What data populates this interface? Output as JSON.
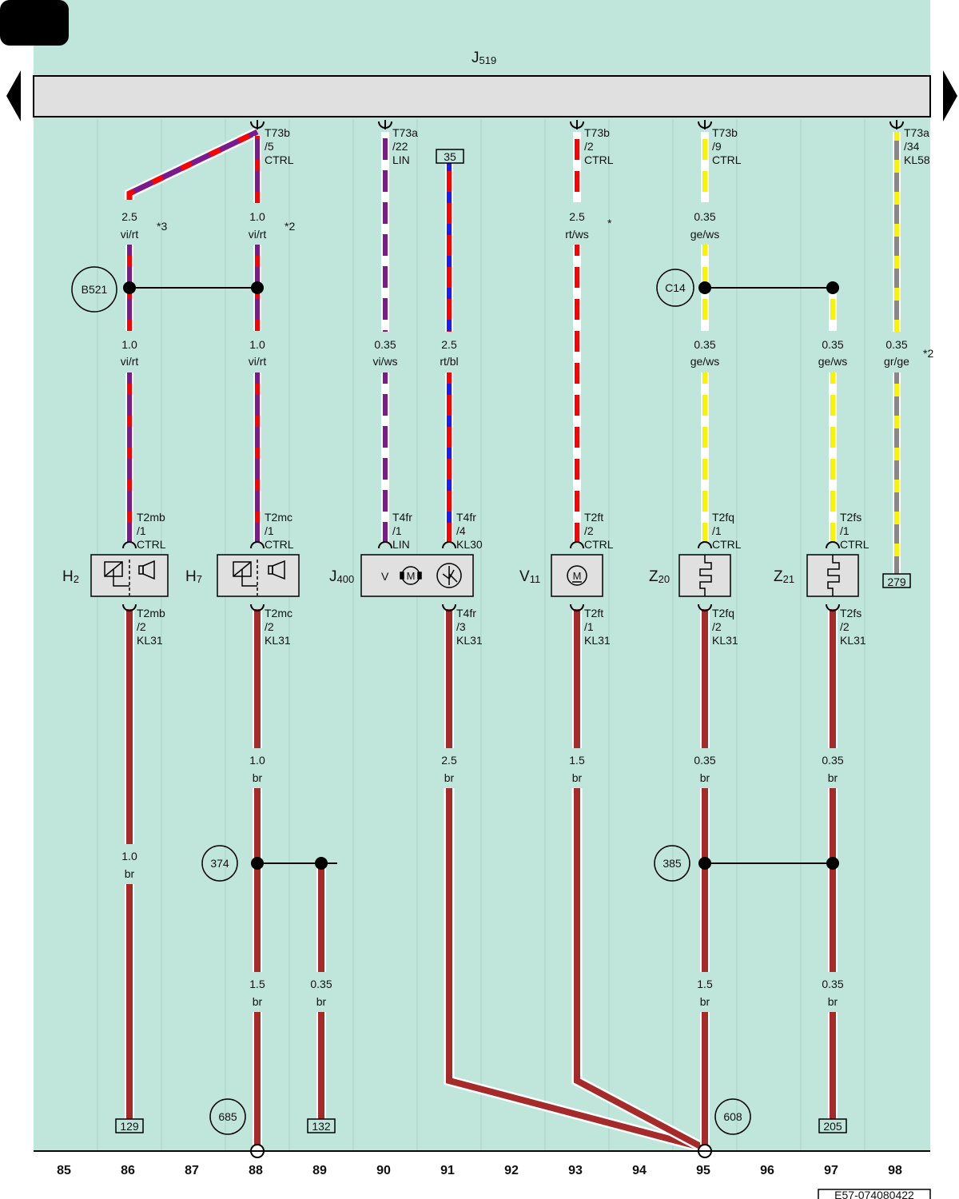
{
  "diagram": {
    "header_badge": "",
    "module": {
      "letter": "J",
      "sub": "519"
    },
    "doc_ref": "E57-074080422",
    "columns": [
      "85",
      "86",
      "87",
      "88",
      "89",
      "90",
      "91",
      "92",
      "93",
      "94",
      "95",
      "96",
      "97",
      "98"
    ],
    "connectors": {
      "c1": [
        "T73b",
        "/5",
        "CTRL"
      ],
      "c2": [
        "T73a",
        "/22",
        "LIN"
      ],
      "c3": [
        "T73b",
        "/2",
        "CTRL"
      ],
      "c4": [
        "T73b",
        "/9",
        "CTRL"
      ],
      "c5": [
        "T73a",
        "/34",
        "KL58"
      ],
      "h2_top": [
        "T2mb",
        "/1",
        "CTRL"
      ],
      "h7_top": [
        "T2mc",
        "/1",
        "CTRL"
      ],
      "j400_t1": [
        "T4fr",
        "/1",
        "LIN"
      ],
      "j400_t4": [
        "T4fr",
        "/4",
        "KL30"
      ],
      "v11_top": [
        "T2ft",
        "/2",
        "CTRL"
      ],
      "z20_top": [
        "T2fq",
        "/1",
        "CTRL"
      ],
      "z21_top": [
        "T2fs",
        "/1",
        "CTRL"
      ],
      "h2_bot": [
        "T2mb",
        "/2",
        "KL31"
      ],
      "h7_bot": [
        "T2mc",
        "/2",
        "KL31"
      ],
      "j400_t3": [
        "T4fr",
        "/3",
        "KL31"
      ],
      "v11_bot": [
        "T2ft",
        "/1",
        "KL31"
      ],
      "z20_bot": [
        "T2fq",
        "/2",
        "KL31"
      ],
      "z21_bot": [
        "T2fs",
        "/2",
        "KL31"
      ]
    },
    "wires": {
      "w86a": [
        "2.5",
        "vi/rt"
      ],
      "w88a": [
        "1.0",
        "vi/rt"
      ],
      "w86b": [
        "1.0",
        "vi/rt"
      ],
      "w88b": [
        "1.0",
        "vi/rt"
      ],
      "w90": [
        "0.35",
        "vi/ws"
      ],
      "w91": [
        "2.5",
        "rt/bl"
      ],
      "w93a": [
        "2.5",
        "rt/ws"
      ],
      "w95a": [
        "0.35",
        "ge/ws"
      ],
      "w95b": [
        "0.35",
        "ge/ws"
      ],
      "w97": [
        "0.35",
        "ge/ws"
      ],
      "w98": [
        "0.35",
        "gr/ge"
      ],
      "w86c": [
        "1.0",
        "br"
      ],
      "w88c": [
        "1.0",
        "br"
      ],
      "w91c": [
        "2.5",
        "br"
      ],
      "w93c": [
        "1.5",
        "br"
      ],
      "w95c": [
        "0.35",
        "br"
      ],
      "w97c": [
        "0.35",
        "br"
      ],
      "w88d": [
        "1.5",
        "br"
      ],
      "w89d": [
        "0.35",
        "br"
      ],
      "w95d": [
        "1.5",
        "br"
      ],
      "w97d": [
        "0.35",
        "br"
      ]
    },
    "footnotes": {
      "f86": "*3",
      "f88": "*2",
      "f93": "*",
      "f98": "*2"
    },
    "splices": {
      "b521": "B521",
      "c14": "C14",
      "s374": "374",
      "s385": "385"
    },
    "grounds": {
      "g685": "685",
      "g608": "608"
    },
    "refs": {
      "r35": "35",
      "r279": "279",
      "r129": "129",
      "r132": "132",
      "r205": "205"
    },
    "components": {
      "h2": {
        "letter": "H",
        "sub": "2"
      },
      "h7": {
        "letter": "H",
        "sub": "7"
      },
      "j400": {
        "letter": "J",
        "sub": "400",
        "v_label": "V"
      },
      "v11": {
        "letter": "V",
        "sub": "11"
      },
      "z20": {
        "letter": "Z",
        "sub": "20"
      },
      "z21": {
        "letter": "Z",
        "sub": "21"
      }
    },
    "colors": {
      "background": "#c0e5da",
      "bus": "#e0e0e0",
      "violet": "#7a1a8c",
      "red": "#ff0000",
      "blue": "#1a1aff",
      "yellow": "#f5f500",
      "grey": "#888888",
      "brown": "#a52a2a"
    }
  }
}
